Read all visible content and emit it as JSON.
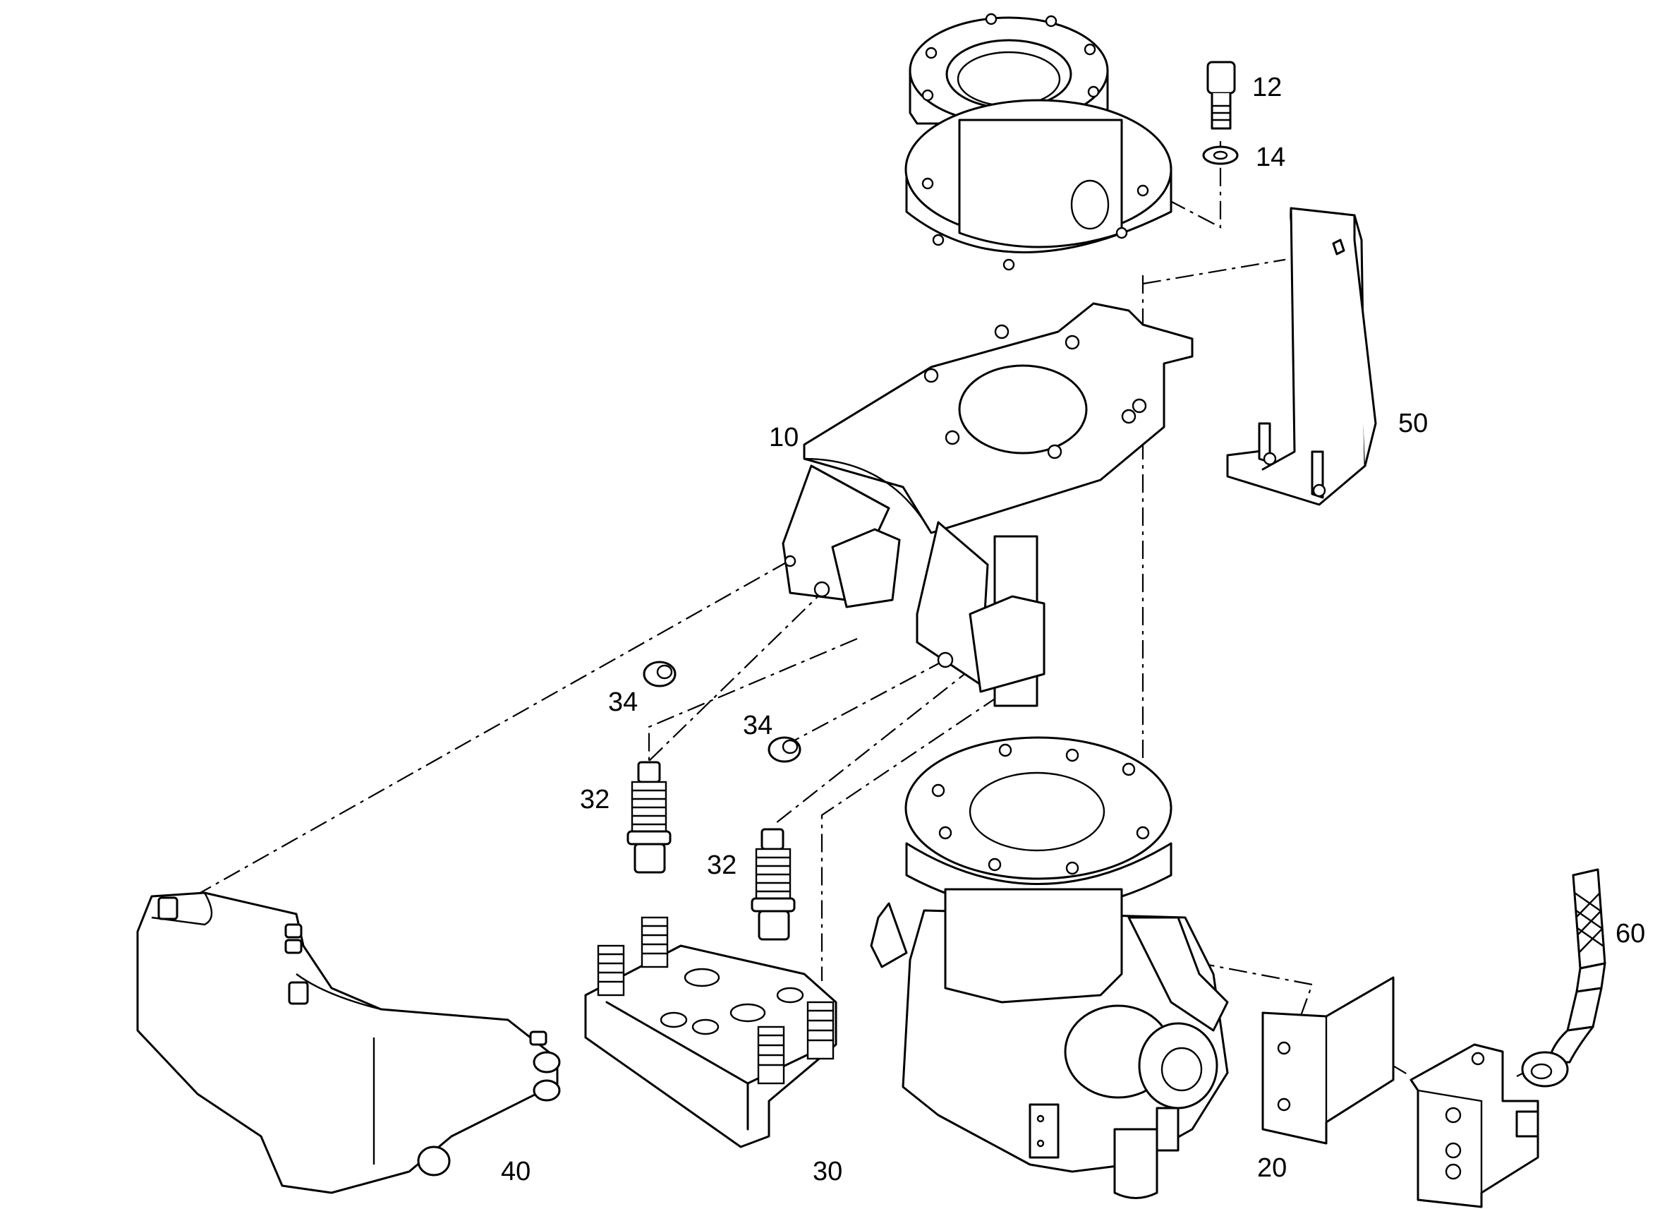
{
  "callouts": {
    "c10": "10",
    "c12": "12",
    "c14": "14",
    "c20": "20",
    "c30": "30",
    "c32a": "32",
    "c32b": "32",
    "c34a": "34",
    "c34b": "34",
    "c40": "40",
    "c50": "50",
    "c60": "60"
  },
  "colors": {
    "line": "#000000",
    "background": "#ffffff"
  }
}
